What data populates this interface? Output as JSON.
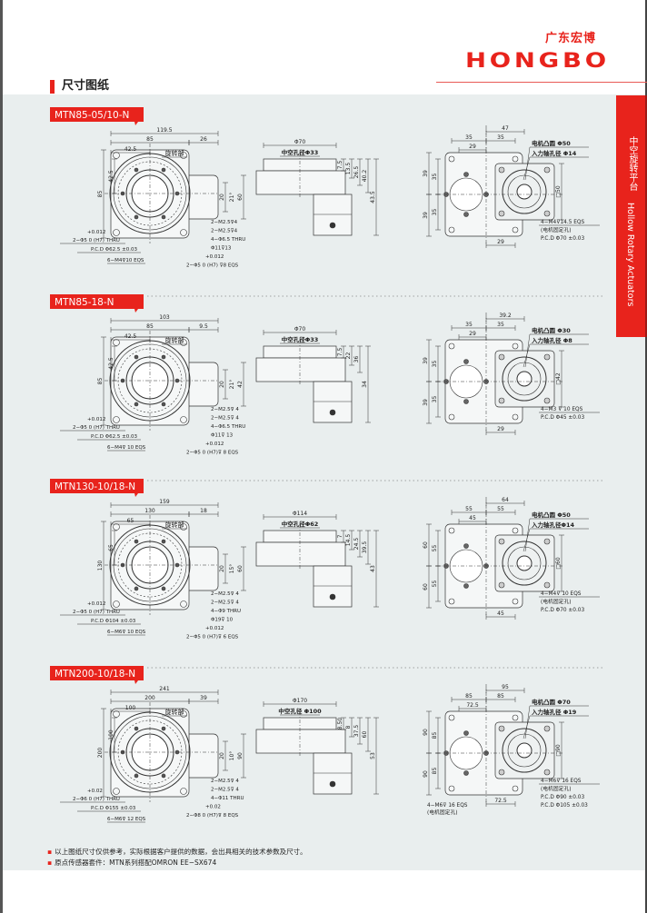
{
  "brand": {
    "cn": "广东宏博",
    "en": "HONGBO"
  },
  "page_title": "尺寸图纸",
  "side_tab": {
    "cn": "中空旋转平台",
    "en": "Hollow Rotary Actuators"
  },
  "colors": {
    "accent": "#e8231c",
    "band": "#e9eeee",
    "line": "#333333"
  },
  "common": {
    "rotating_part": "旋转部"
  },
  "sections": [
    {
      "model": "MTN85-05/10-N",
      "top": {
        "dims_h": [
          "119.5",
          "85",
          "26",
          "42.5"
        ],
        "dims_v": [
          "85",
          "42.5"
        ],
        "dims_r": [
          "20",
          "21°",
          "60"
        ],
        "notes_l": [
          "+0.012",
          "2−Φ5   0    (H7) THRU",
          "P.C.D Φ62.5 ±0.03",
          "6−M4⊽10 EQS"
        ],
        "notes_r": [
          "2−M2.5⊽4",
          "2−M2.5⊽4",
          "4−Φ6.5 THRU",
          "Φ11⊽13",
          "+0.012",
          "2−Φ5   0    (H7) ⊽8 EQS"
        ]
      },
      "side": {
        "dia": "Φ70",
        "hollow": "中空孔径Φ33",
        "dims": [
          "7.5",
          "13.5",
          "26.5",
          "40.2",
          "43.5"
        ]
      },
      "motor": {
        "dims_h": [
          "47",
          "35",
          "35",
          "29"
        ],
        "dims_v": [
          "39",
          "35",
          "39",
          "35"
        ],
        "bottom": "29",
        "box": "□50",
        "callouts_top": [
          "电机凸圆 Φ50",
          "入力轴孔径 Φ14"
        ],
        "callouts_bottom": [
          "4−M4⊽14.5 EQS",
          "(电机固定孔)",
          "P.C.D  Φ70 ±0.03"
        ],
        "callouts_left": []
      }
    },
    {
      "model": "MTN85-18-N",
      "top": {
        "dims_h": [
          "103",
          "85",
          "9.5",
          "42.5"
        ],
        "dims_v": [
          "85",
          "42.5"
        ],
        "dims_r": [
          "20",
          "21°",
          "42"
        ],
        "notes_l": [
          "+0.012",
          "2−Φ5   0    (H7) THRU",
          "P.C.D  Φ62.5 ±0.03",
          "6−M4⊽ 10 EQS"
        ],
        "notes_r": [
          "2−M2.5⊽ 4",
          "2−M2.5⊽ 4",
          "4−Φ6.5 THRU",
          "Φ11⊽ 13",
          "+0.012",
          "2−Φ5   0   (H7)⊽ 8 EQS"
        ]
      },
      "side": {
        "dia": "Φ70",
        "hollow": "中空孔径Φ33",
        "dims": [
          "7.5",
          "22",
          "36",
          "34"
        ]
      },
      "motor": {
        "dims_h": [
          "39.2",
          "35",
          "35",
          "29"
        ],
        "dims_v": [
          "39",
          "35",
          "39",
          "35"
        ],
        "bottom": "29",
        "box": "□42",
        "callouts_top": [
          "电机凸圆  Φ30",
          "入力轴孔径  Φ8"
        ],
        "callouts_bottom": [
          "4−M3 ⊽ 10 EQS",
          "P.C.D   Φ45 ±0.03"
        ],
        "callouts_left": []
      }
    },
    {
      "model": "MTN130-10/18-N",
      "top": {
        "dims_h": [
          "159",
          "130",
          "18",
          "65"
        ],
        "dims_v": [
          "130",
          "65"
        ],
        "dims_r": [
          "20",
          "15°",
          "60"
        ],
        "notes_l": [
          "+0.012",
          "2−Φ5   0    (H7) THRU",
          "P.C.D  Φ104 ±0.03",
          "6−M6⊽ 10 EQS"
        ],
        "notes_r": [
          "2−M2.5⊽ 4",
          "2−M2.5⊽ 4",
          "4−Φ9 THRU",
          "Φ19⊽ 10",
          "+0.012",
          "2−Φ5   0   (H7)⊽ 6 EQS"
        ]
      },
      "side": {
        "dia": "Φ114",
        "hollow": "中空孔径Φ62",
        "dims": [
          "7",
          "14.5",
          "24.5",
          "39.5",
          "43"
        ]
      },
      "motor": {
        "dims_h": [
          "64",
          "55",
          "55",
          "45"
        ],
        "dims_v": [
          "60",
          "55",
          "60",
          "55"
        ],
        "bottom": "45",
        "box": "□60",
        "callouts_top": [
          "电机凸圆 Φ50",
          "入力轴孔径Φ14"
        ],
        "callouts_bottom": [
          "4−M4⊽ 10 EQS",
          "(电机固定孔)",
          "P.C.D  Φ70 ±0.03"
        ],
        "callouts_left": []
      }
    },
    {
      "model": "MTN200-10/18-N",
      "top": {
        "dims_h": [
          "241",
          "200",
          "39",
          "100"
        ],
        "dims_v": [
          "200",
          "100"
        ],
        "dims_r": [
          "20",
          "10°",
          "90"
        ],
        "notes_l": [
          "+0.02",
          "2−Φ6   0    (H7) THRU",
          "P.C.D  Φ155 ±0.03",
          "6−M6⊽ 12 EQS"
        ],
        "notes_r": [
          "2−M2.5⊽ 4",
          "2−M2.5⊽ 4",
          "4−Φ11 THRU",
          "+0.02",
          "2−Φ8   0   (H7)⊽ 8 EQS"
        ]
      },
      "side": {
        "dia": "Φ170",
        "hollow": "中空孔径 Φ100",
        "dims": [
          "8.50",
          "8",
          "37.5",
          "60",
          "53"
        ]
      },
      "motor": {
        "dims_h": [
          "95",
          "85",
          "85",
          "72.5"
        ],
        "dims_v": [
          "90",
          "85",
          "90",
          "85"
        ],
        "bottom": "72.5",
        "box": "□90",
        "callouts_top": [
          "电机凸圆 Φ70",
          "入力轴孔径 Φ19"
        ],
        "callouts_bottom": [
          "4−M6⊽ 16 EQS",
          "(电机固定孔)",
          "P.C.D  Φ90 ±0.03",
          "P.C.D  Φ105 ±0.03"
        ],
        "callouts_left": [
          "4−M6⊽ 16 EQS",
          "(电机固定孔)"
        ]
      }
    }
  ],
  "footnotes": [
    "以上图纸尺寸仅供参考，实际根据客户提供的数据，会出具相关的技术参数及尺寸。",
    "原点传感器套件：MTN系列搭配OMRON EE−SX674"
  ]
}
